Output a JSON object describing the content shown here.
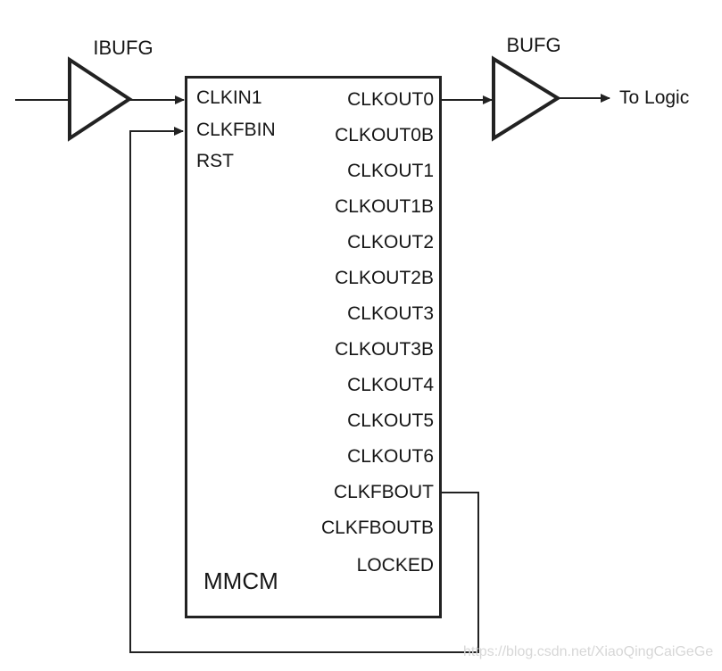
{
  "diagram": {
    "title_hint": "MMCM clocking diagram",
    "input_buffer": {
      "label": "IBUFG"
    },
    "output_buffer": {
      "label": "BUFG"
    },
    "output_destination": "To Logic",
    "mmcm": {
      "name": "MMCM",
      "inputs": [
        "CLKIN1",
        "CLKFBIN",
        "RST"
      ],
      "outputs": [
        "CLKOUT0",
        "CLKOUT0B",
        "CLKOUT1",
        "CLKOUT1B",
        "CLKOUT2",
        "CLKOUT2B",
        "CLKOUT3",
        "CLKOUT3B",
        "CLKOUT4",
        "CLKOUT5",
        "CLKOUT6",
        "CLKFBOUT",
        "CLKFBOUTB",
        "LOCKED"
      ]
    },
    "watermark": "https://blog.csdn.net/XiaoQingCaiGeGe",
    "colors": {
      "line": "#222222",
      "text": "#161616",
      "watermark": "#d7d7d7",
      "background": "#ffffff"
    }
  }
}
